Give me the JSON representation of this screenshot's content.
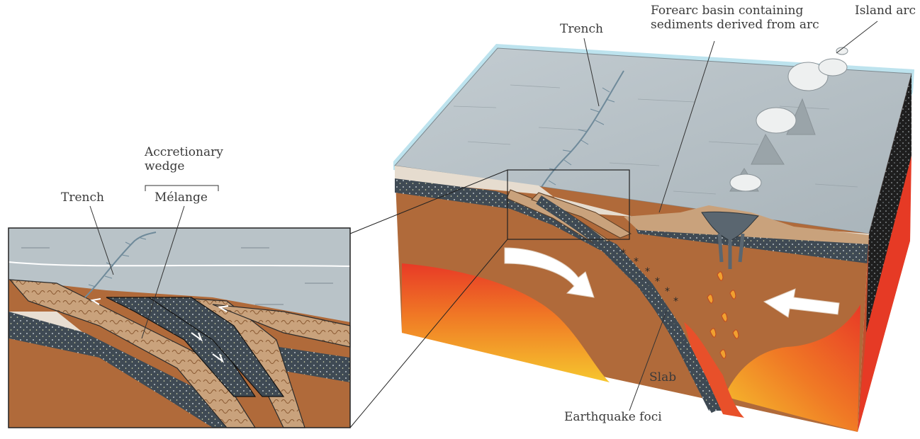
{
  "labels": {
    "trench_main": "Trench",
    "forearc_basin": "Forearc basin containing\nsediments derived from arc",
    "island_arc": "Island arc",
    "accretionary_wedge": "Accretionary\nwedge",
    "melange": "Mélange",
    "trench_inset": "Trench",
    "slab": "Slab",
    "earthquake_foci": "Earthquake foci"
  },
  "colors": {
    "sea": "#b9c3c8",
    "sea_dark": "#a6b1b7",
    "water_edge": "#bfe3ef",
    "mantle": "#b06a3a",
    "mantle_dark": "#8e5430",
    "ocean_crust": "#3f4a54",
    "sediment": "#c9a27c",
    "asthenosphere_hot": "#f5b42a",
    "asthenosphere_red": "#e2382a",
    "magma": "#e8502a",
    "arrow": "#ffffff"
  },
  "icons": [
    "flow-arrow-left-icon",
    "flow-arrow-right-icon",
    "volcano-plume-icon",
    "earthquake-star-icon"
  ]
}
